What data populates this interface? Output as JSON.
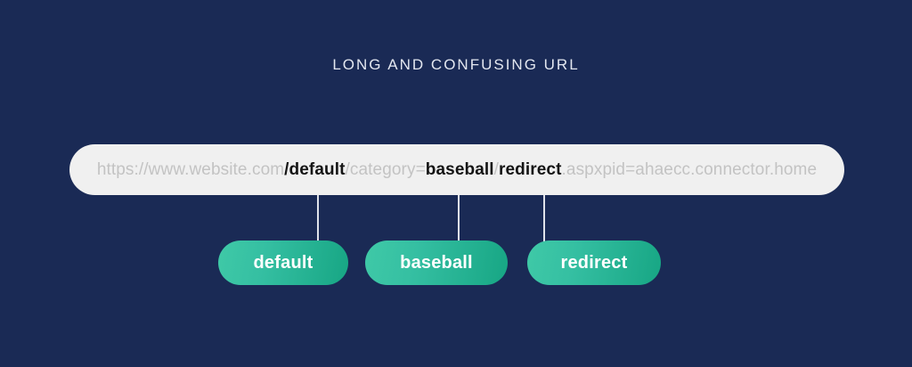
{
  "background_color": "#1a2a55",
  "title": "LONG AND CONFUSING URL",
  "url_bar": {
    "background_color": "#f0f0f0",
    "dim_text_color": "#c3c3c3",
    "highlight_text_color": "#141414",
    "full_url": "https://www.website.com/default/category=baseball/redirect.aspxpid=ahaecc.connector.home",
    "segments": [
      {
        "text": "https://www.website.com",
        "highlighted": false
      },
      {
        "text": "/default",
        "highlighted": true
      },
      {
        "text": "/category=",
        "highlighted": false
      },
      {
        "text": "baseball",
        "highlighted": true
      },
      {
        "text": "/",
        "highlighted": false
      },
      {
        "text": "redirect",
        "highlighted": true
      },
      {
        "text": ".aspxpid=ahaecc.connector.home",
        "highlighted": false
      }
    ]
  },
  "callouts": {
    "pill_gradient_start": "#3fc9a7",
    "pill_gradient_end": "#17a684",
    "pill_text_color": "#ffffff",
    "connector_color": "#dfe2ea",
    "items": [
      {
        "label": "default"
      },
      {
        "label": "baseball"
      },
      {
        "label": "redirect"
      }
    ]
  }
}
